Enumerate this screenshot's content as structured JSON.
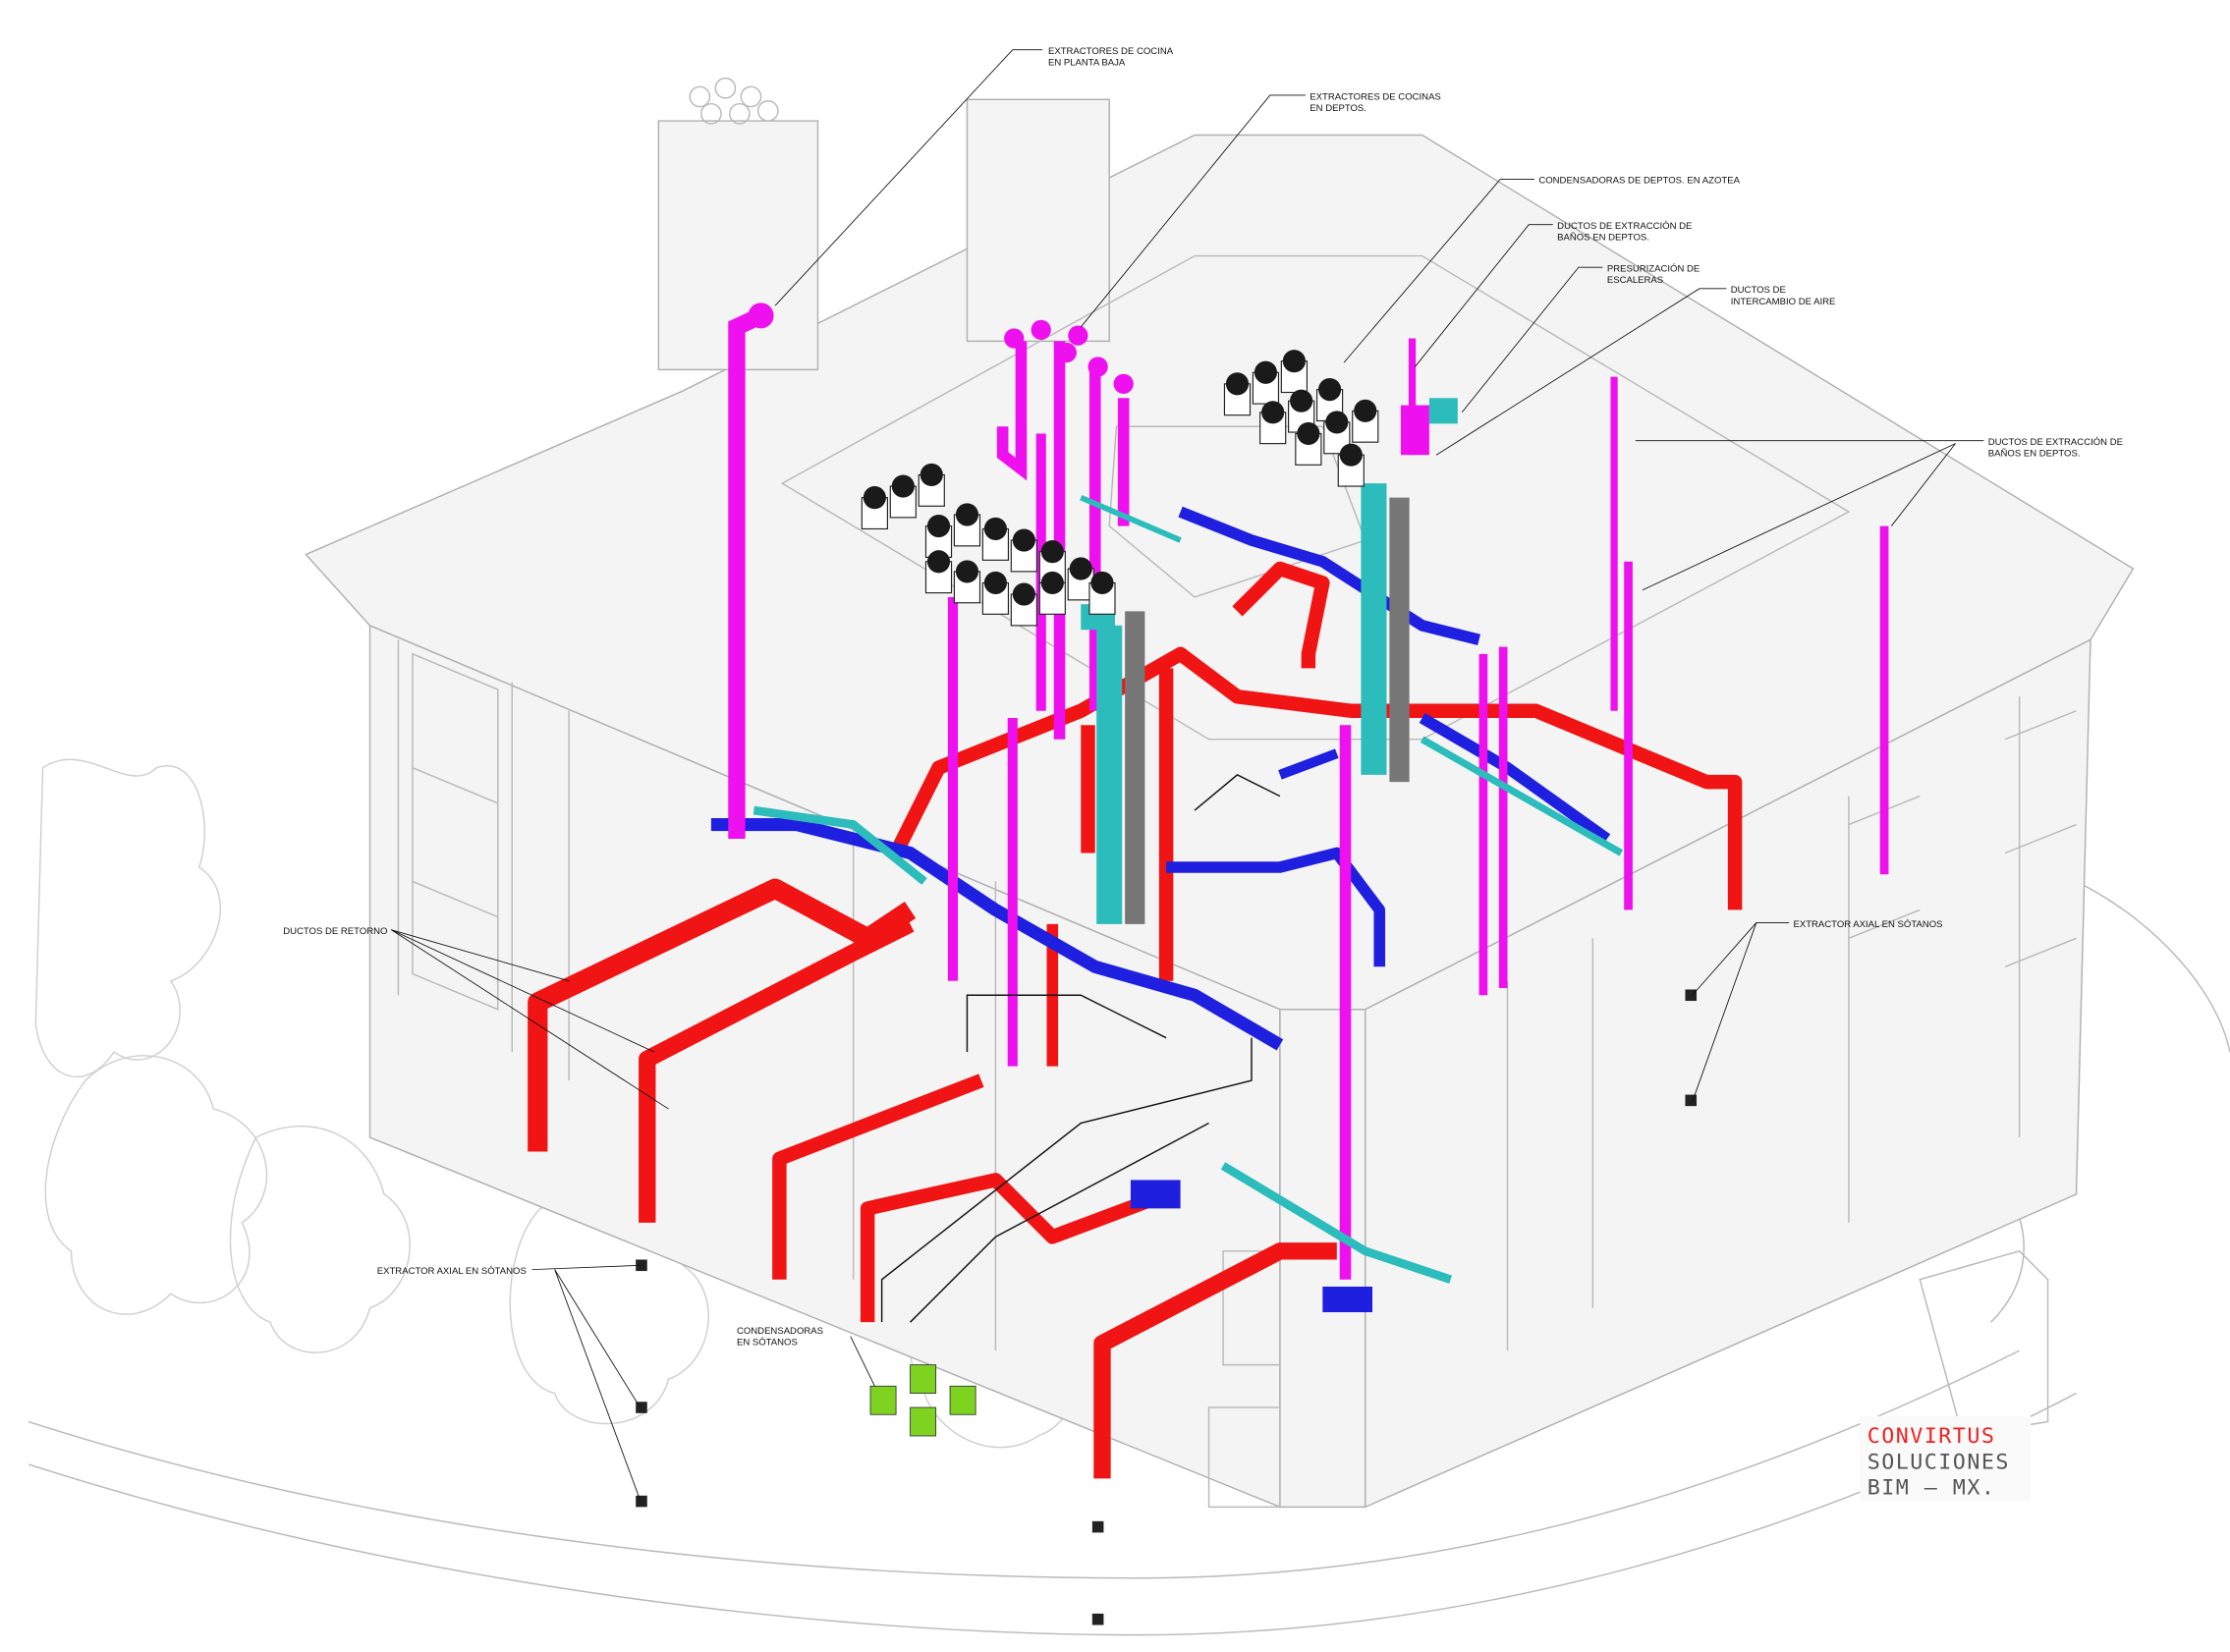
{
  "labels": {
    "kitchen_ground": [
      "EXTRACTORES DE COCINA",
      "EN PLANTA BAJA"
    ],
    "kitchen_apts": [
      "EXTRACTORES DE COCINAS",
      "EN DEPTOS."
    ],
    "roof_condensers": [
      "CONDENSADORAS DE DEPTOS. EN AZOTEA"
    ],
    "bath_exhaust_1": [
      "DUCTOS DE EXTRACCIÓN DE",
      "BAÑOS EN DEPTOS."
    ],
    "stair_pressurization": [
      "PRESURIZACIÓN DE",
      "ESCALERAS"
    ],
    "air_exchange": [
      "DUCTOS DE",
      "INTERCAMBIO DE AIRE"
    ],
    "bath_exhaust_2": [
      "DUCTOS DE EXTRACCIÓN DE",
      "BAÑOS EN DEPTOS."
    ],
    "return_ducts": [
      "DUCTOS DE RETORNO"
    ],
    "axial_right": [
      "EXTRACTOR AXIAL EN SÓTANOS"
    ],
    "axial_left": [
      "EXTRACTOR AXIAL EN SÓTANOS"
    ],
    "basement_condensers": [
      "CONDENSADORAS",
      "EN SÓTANOS"
    ]
  },
  "brand": {
    "line1": "CONVIRTUS",
    "line2": "SOLUCIONES",
    "line3": "BIM — MX."
  },
  "colors": {
    "supply": "#f01414",
    "return": "#1f1fe0",
    "exhaust": "#ee10ee",
    "air_exchange": "#2cbcbc",
    "basement_condenser": "#7ed321"
  }
}
